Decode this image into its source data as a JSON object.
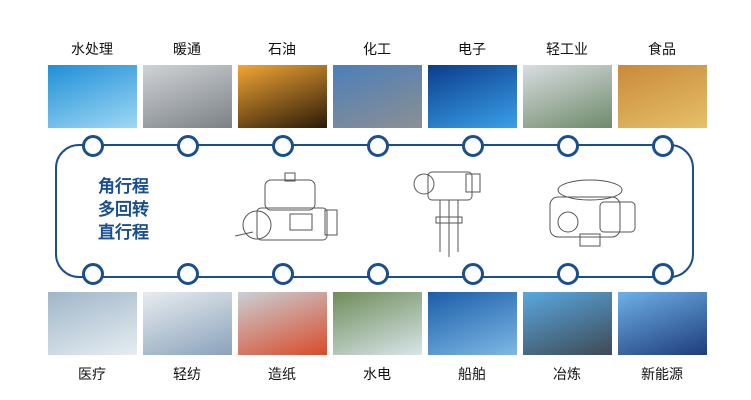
{
  "top_industries": [
    {
      "label": "水处理",
      "colors": [
        "#1f8fd6",
        "#9fd8f5"
      ]
    },
    {
      "label": "暖通",
      "colors": [
        "#cfd3d6",
        "#7c8186"
      ]
    },
    {
      "label": "石油",
      "colors": [
        "#f2a534",
        "#2b1a08"
      ]
    },
    {
      "label": "化工",
      "colors": [
        "#4c7fb8",
        "#8c8f94"
      ]
    },
    {
      "label": "电子",
      "colors": [
        "#0b3d8c",
        "#3aa0e8"
      ]
    },
    {
      "label": "轻工业",
      "colors": [
        "#d9dde0",
        "#6e8a6a"
      ]
    },
    {
      "label": "食品",
      "colors": [
        "#c98a3a",
        "#e6c06a"
      ]
    }
  ],
  "bottom_industries": [
    {
      "label": "医疗",
      "colors": [
        "#9fb6c8",
        "#e6edf2"
      ]
    },
    {
      "label": "轻纺",
      "colors": [
        "#e8ecef",
        "#8aa2bb"
      ]
    },
    {
      "label": "造纸",
      "colors": [
        "#c9d0d6",
        "#d84b2a"
      ]
    },
    {
      "label": "水电",
      "colors": [
        "#6f8d5a",
        "#d8e5ea"
      ]
    },
    {
      "label": "船舶",
      "colors": [
        "#1a5ea8",
        "#7fb8e6"
      ]
    },
    {
      "label": "冶炼",
      "colors": [
        "#5aa8e0",
        "#3d4a55"
      ]
    },
    {
      "label": "新能源",
      "colors": [
        "#6fb0e8",
        "#1e3c7a"
      ]
    }
  ],
  "actuator_types": [
    "角行程",
    "多回转",
    "直行程"
  ],
  "accent_color": "#1a4f8f"
}
